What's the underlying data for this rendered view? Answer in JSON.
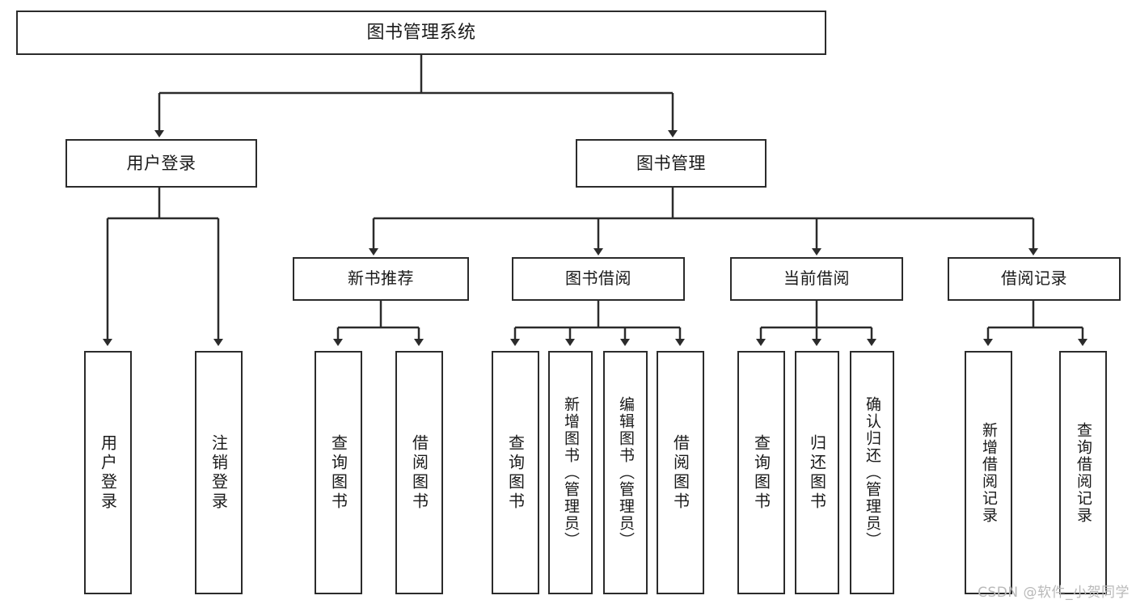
{
  "diagram": {
    "title": "图书管理系统",
    "type": "tree-hierarchy-chart",
    "orientation": "top-down",
    "colors": {
      "node_border": "#2b2b2b",
      "node_fill": "#ffffff",
      "edge": "#2b2b2b",
      "text": "#1a1a1a",
      "watermark": "#b9b9b9",
      "background": "#ffffff"
    }
  },
  "root": {
    "label": "图书管理系统"
  },
  "level2": [
    {
      "label": "用户登录"
    },
    {
      "label": "图书管理"
    }
  ],
  "level3": [
    {
      "label": "新书推荐"
    },
    {
      "label": "图书借阅"
    },
    {
      "label": "当前借阅"
    },
    {
      "label": "借阅记录"
    }
  ],
  "leaves": {
    "user_login": [
      {
        "label": "用户登录"
      },
      {
        "label": "注销登录"
      }
    ],
    "new_book_recommend": [
      {
        "label": "查询图书"
      },
      {
        "label": "借阅图书"
      }
    ],
    "book_borrow": [
      {
        "label": "查询图书"
      },
      {
        "label": "新增图书（管理员）"
      },
      {
        "label": "编辑图书（管理员）"
      },
      {
        "label": "借阅图书"
      }
    ],
    "current_borrow": [
      {
        "label": "查询图书"
      },
      {
        "label": "归还图书"
      },
      {
        "label": "确认归还（管理员）"
      }
    ],
    "borrow_record": [
      {
        "label": "新增借阅记录"
      },
      {
        "label": "查询借阅记录"
      }
    ]
  },
  "watermark": {
    "text": "CSDN @软件_小贺同学"
  }
}
